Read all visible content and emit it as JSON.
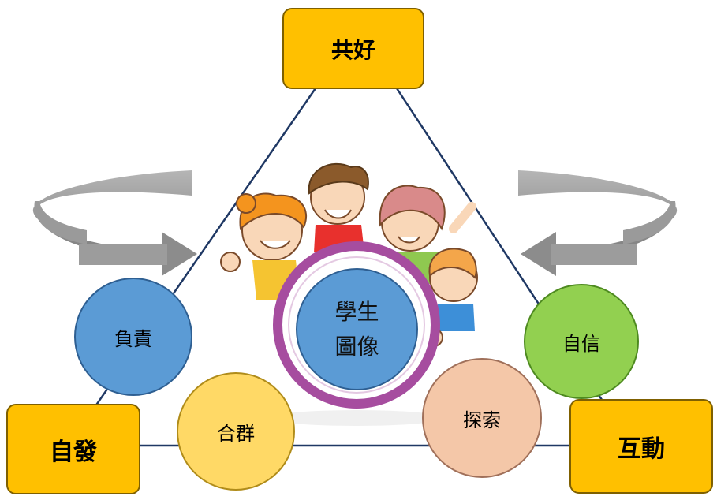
{
  "corners": {
    "top": "共好",
    "left": "自發",
    "right": "互動"
  },
  "center": {
    "line1": "學生",
    "line2": "圖像"
  },
  "values": {
    "responsibility": "負責",
    "sociability": "合群",
    "exploration": "探索",
    "confidence": "自信"
  },
  "colors": {
    "corner_fill": "#ffc000",
    "triangle_line": "#1f3864",
    "responsibility": "#5b9bd5",
    "sociability": "#ffd966",
    "exploration": "#f4c7a8",
    "confidence": "#92d050",
    "center_ring": "#a64d9f",
    "arrow_gray": "#8c8c8c"
  },
  "icons": [
    "cycle-arrow-left-icon",
    "cycle-arrow-right-icon",
    "children-illustration"
  ]
}
